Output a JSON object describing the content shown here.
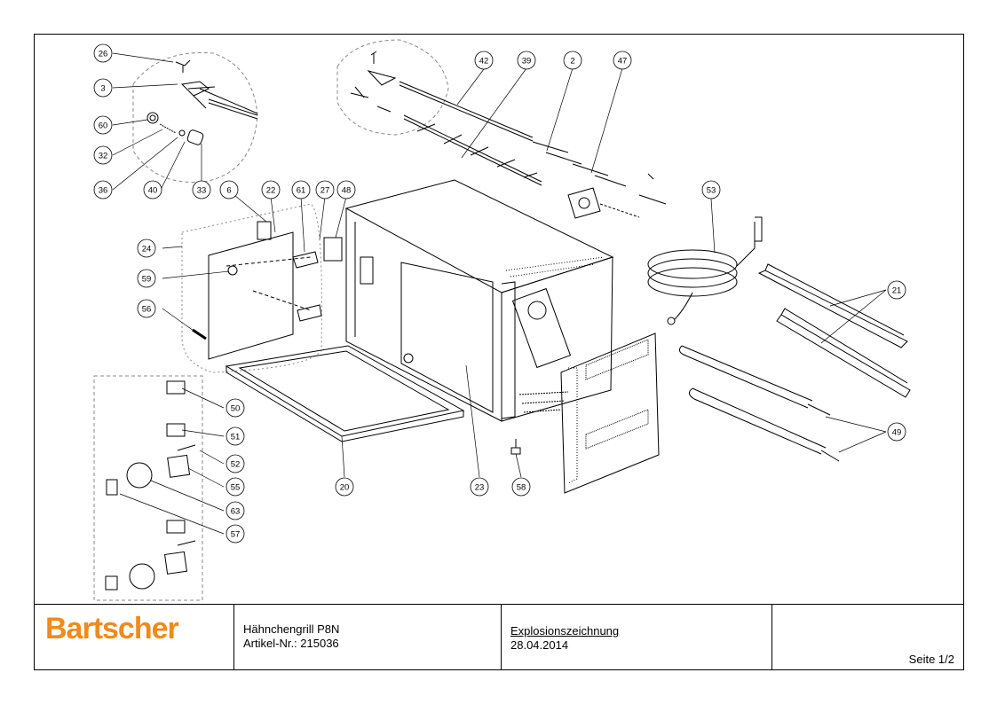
{
  "callouts": [
    {
      "id": "26",
      "label": "26"
    },
    {
      "id": "3",
      "label": "3"
    },
    {
      "id": "60",
      "label": "60"
    },
    {
      "id": "32",
      "label": "32"
    },
    {
      "id": "36",
      "label": "36"
    },
    {
      "id": "40",
      "label": "40"
    },
    {
      "id": "33",
      "label": "33"
    },
    {
      "id": "42",
      "label": "42"
    },
    {
      "id": "39",
      "label": "39"
    },
    {
      "id": "2",
      "label": "2"
    },
    {
      "id": "47",
      "label": "47"
    },
    {
      "id": "6",
      "label": "6"
    },
    {
      "id": "22",
      "label": "22"
    },
    {
      "id": "61",
      "label": "61"
    },
    {
      "id": "27",
      "label": "27"
    },
    {
      "id": "48",
      "label": "48"
    },
    {
      "id": "53",
      "label": "53"
    },
    {
      "id": "24",
      "label": "24"
    },
    {
      "id": "59",
      "label": "59"
    },
    {
      "id": "56",
      "label": "56"
    },
    {
      "id": "21",
      "label": "21"
    },
    {
      "id": "50",
      "label": "50"
    },
    {
      "id": "51",
      "label": "51"
    },
    {
      "id": "52",
      "label": "52"
    },
    {
      "id": "55",
      "label": "55"
    },
    {
      "id": "63",
      "label": "63"
    },
    {
      "id": "57",
      "label": "57"
    },
    {
      "id": "20",
      "label": "20"
    },
    {
      "id": "23",
      "label": "23"
    },
    {
      "id": "58",
      "label": "58"
    },
    {
      "id": "49",
      "label": "49"
    }
  ],
  "title_block": {
    "logo_text": "Bartscher",
    "product_name": "Hähnchengrill P8N",
    "article_no": "Artikel-Nr.: 215036",
    "doc_type": "Explosionszeichnung",
    "date": "28.04.2014",
    "page": "Seite 1/2"
  },
  "colors": {
    "brand": "#f08a1c",
    "line": "#000000",
    "dash": "#888888"
  }
}
